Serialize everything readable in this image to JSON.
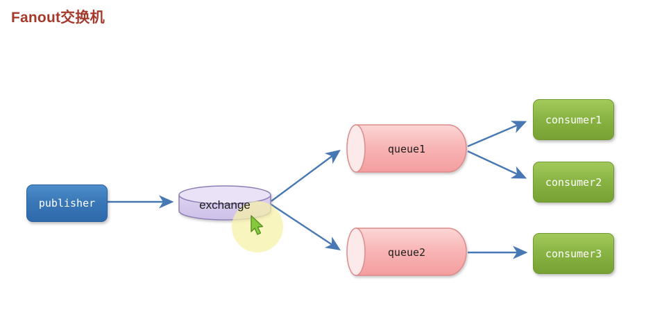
{
  "title": "Fanout交换机",
  "diagram": {
    "publisher": {
      "label": "publisher"
    },
    "exchange": {
      "label": "exchange"
    },
    "queues": [
      {
        "label": "queue1"
      },
      {
        "label": "queue2"
      }
    ],
    "consumers": [
      {
        "label": "consumer1"
      },
      {
        "label": "consumer2"
      },
      {
        "label": "consumer3"
      }
    ],
    "colors": {
      "title": "#A53A2C",
      "publisher_fill": "#3A78B8",
      "exchange_fill": "#D6CAEC",
      "queue_fill": "#F8B6B6",
      "consumer_fill": "#8AB544",
      "arrow": "#4778B3",
      "cursor_highlight": "#F6F1A6",
      "cursor_pointer": "#86C83E"
    }
  }
}
